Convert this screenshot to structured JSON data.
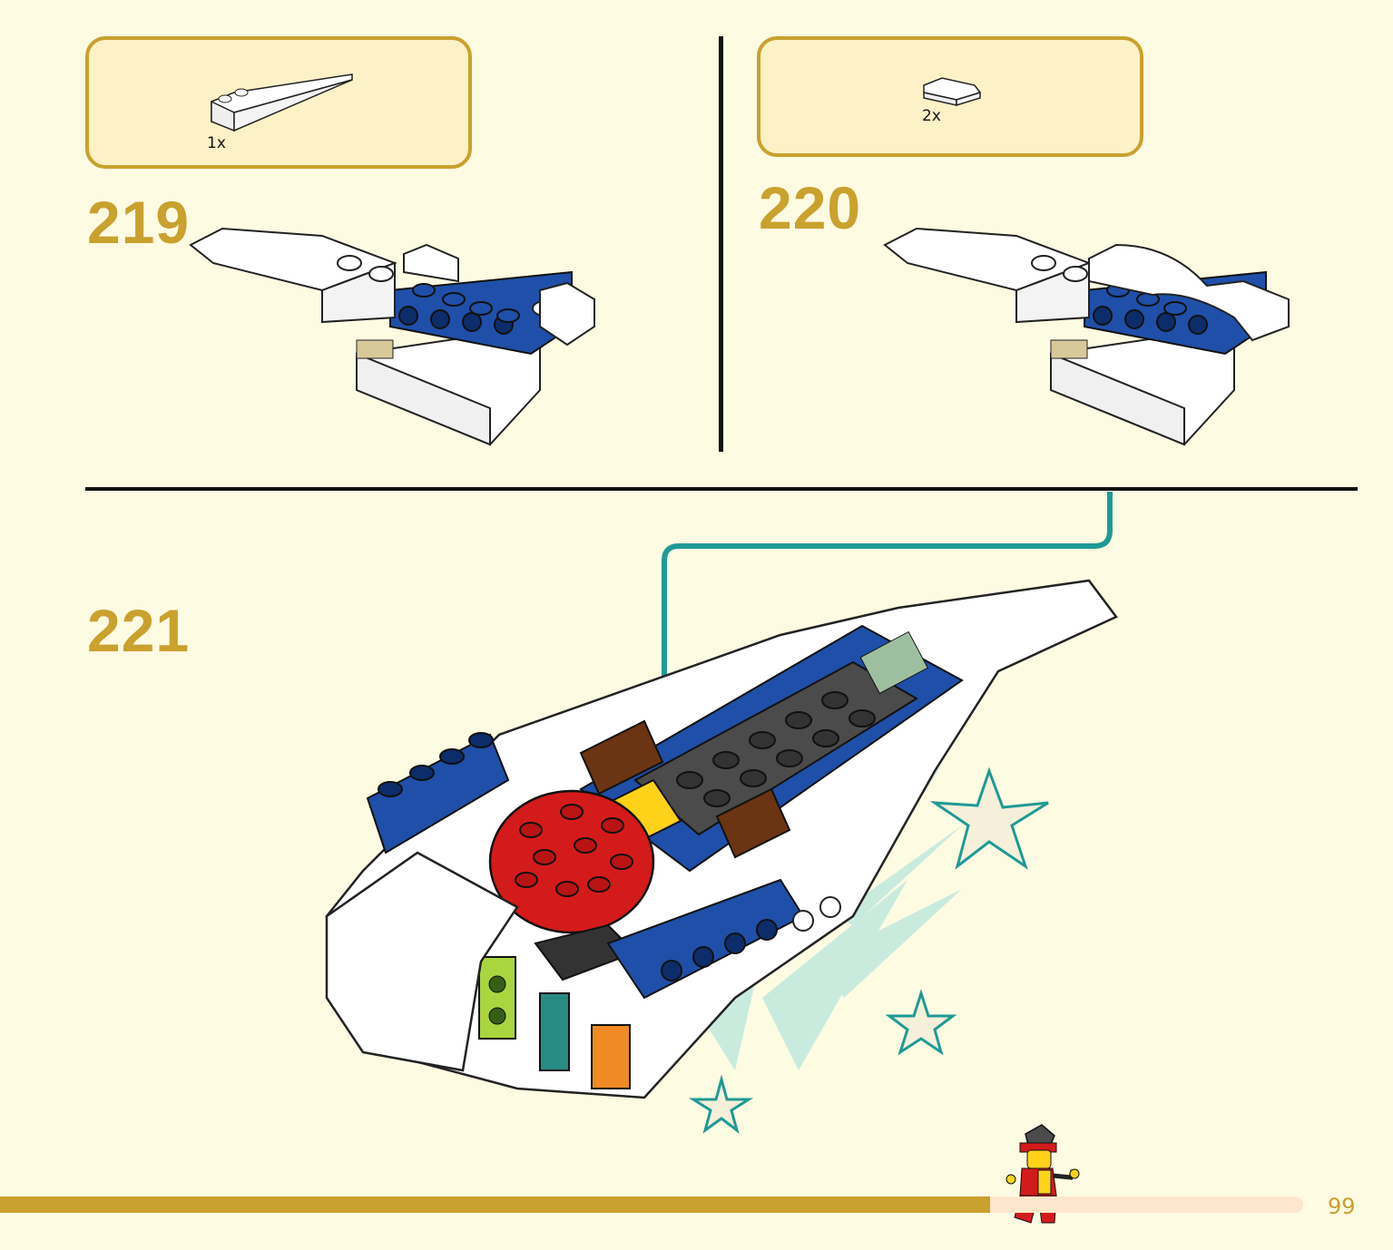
{
  "steps": [
    {
      "number": "219",
      "parts": [
        {
          "qty": "1x",
          "piece": "white-curved-slope-1x4"
        }
      ]
    },
    {
      "number": "220",
      "parts": [
        {
          "qty": "2x",
          "piece": "white-curved-slope-1x2"
        }
      ]
    },
    {
      "number": "221"
    }
  ],
  "page": {
    "number": "99",
    "progress": 0.76
  },
  "colors": {
    "accent_gold": "#c9a12e",
    "box_fill": "#fdf1c8",
    "page_bg": "#fefbe3",
    "brick_blue": "#1f4fa8",
    "brick_red": "#d41b1b",
    "brick_dark_gray": "#4b4b4b",
    "callout_teal": "#1f9a96"
  }
}
